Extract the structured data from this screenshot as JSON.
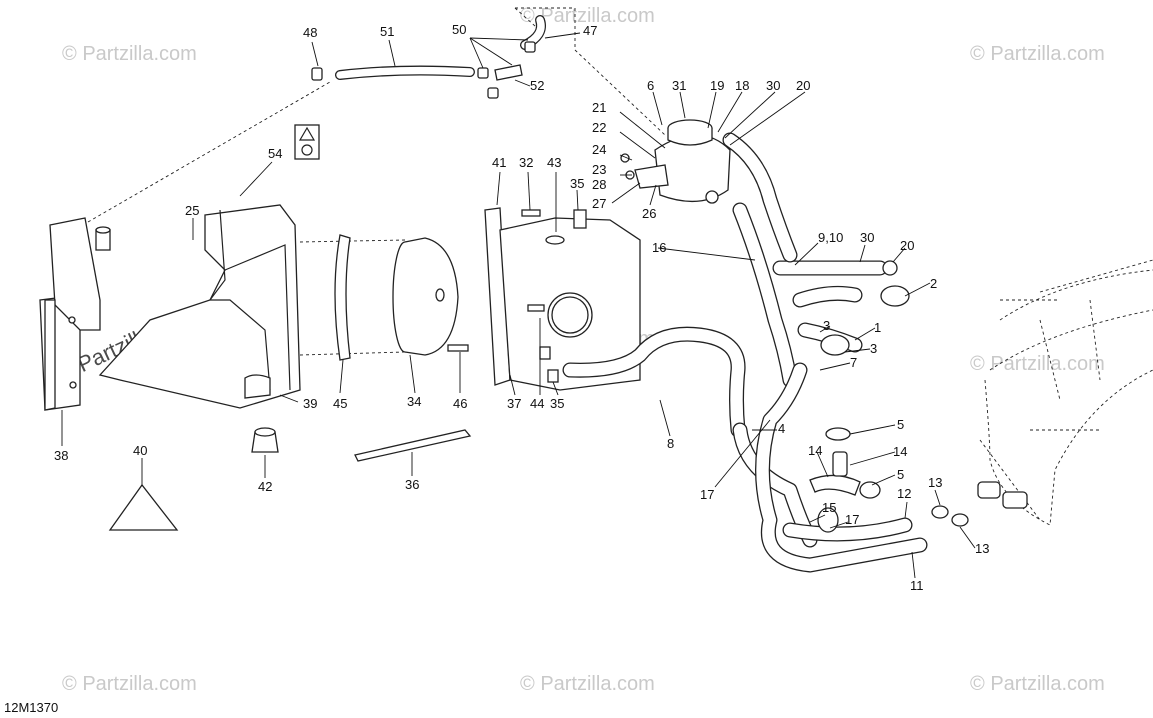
{
  "diagram": {
    "reference_code": "12M1370",
    "watermark": {
      "text": "Partzilla.com",
      "copyright_symbol": "©"
    },
    "part_labels": [
      "48",
      "51",
      "50",
      "47",
      "52",
      "6",
      "31",
      "19",
      "18",
      "30",
      "20",
      "21",
      "22",
      "24",
      "23",
      "28",
      "27",
      "26",
      "54",
      "25",
      "41",
      "32",
      "43",
      "35",
      "16",
      "9,10",
      "30",
      "20",
      "2",
      "1",
      "3",
      "3",
      "7",
      "39",
      "45",
      "34",
      "46",
      "37",
      "44",
      "35",
      "38",
      "40",
      "42",
      "36",
      "8",
      "4",
      "5",
      "14",
      "5",
      "17",
      "12",
      "13",
      "15",
      "17",
      "13",
      "11"
    ]
  }
}
